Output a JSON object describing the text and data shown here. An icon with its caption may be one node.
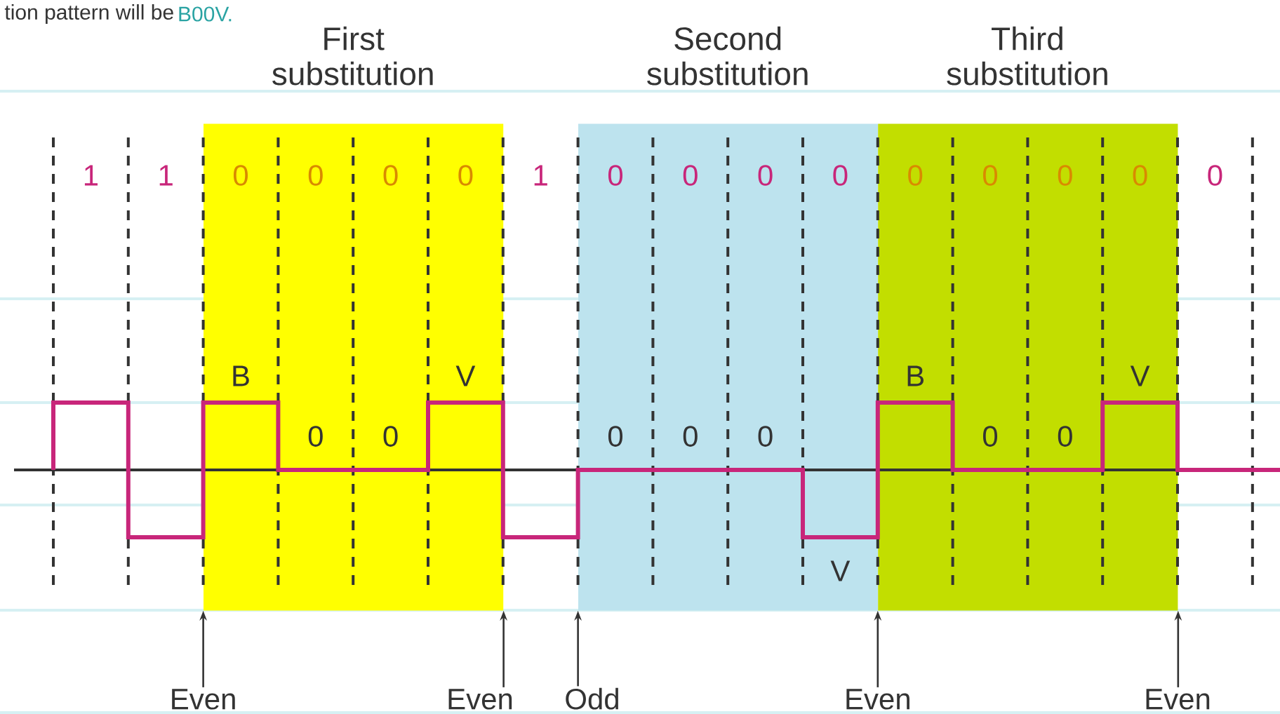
{
  "diagram": {
    "nodes": [
      {
        "text": [
          "First substitution"
        ]
      },
      {
        "text": [
          "Second substitution"
        ]
      },
      {
        "text": [
          "Third substitution"
        ]
      },
      {
        "text": [
          "Even"
        ]
      },
      {
        "text": [
          "Even"
        ]
      },
      {
        "text": [
          "Odd"
        ]
      },
      {
        "text": [
          "Even"
        ]
      },
      {
        "text": [
          "Even"
        ]
      }
    ],
    "edges": [
      {
        "from": 3,
        "to": 0,
        "arrow": "to"
      },
      {
        "from": 4,
        "to": 0,
        "arrow": "to"
      },
      {
        "from": 5,
        "to": 1,
        "arrow": "to"
      },
      {
        "from": 6,
        "to": 2,
        "arrow": "to"
      },
      {
        "from": 7,
        "to": 2,
        "arrow": "to"
      }
    ],
    "labels": [
      "tion pattern will be",
      "B00V.",
      "1",
      "1",
      "0",
      "0",
      "0",
      "0",
      "1",
      "0",
      "0",
      "0",
      "0",
      "0",
      "0",
      "0",
      "0",
      "0",
      "B",
      "V",
      "B",
      "V",
      "0",
      "0",
      "0",
      "0",
      "0",
      "0",
      "0",
      "V"
    ]
  }
}
